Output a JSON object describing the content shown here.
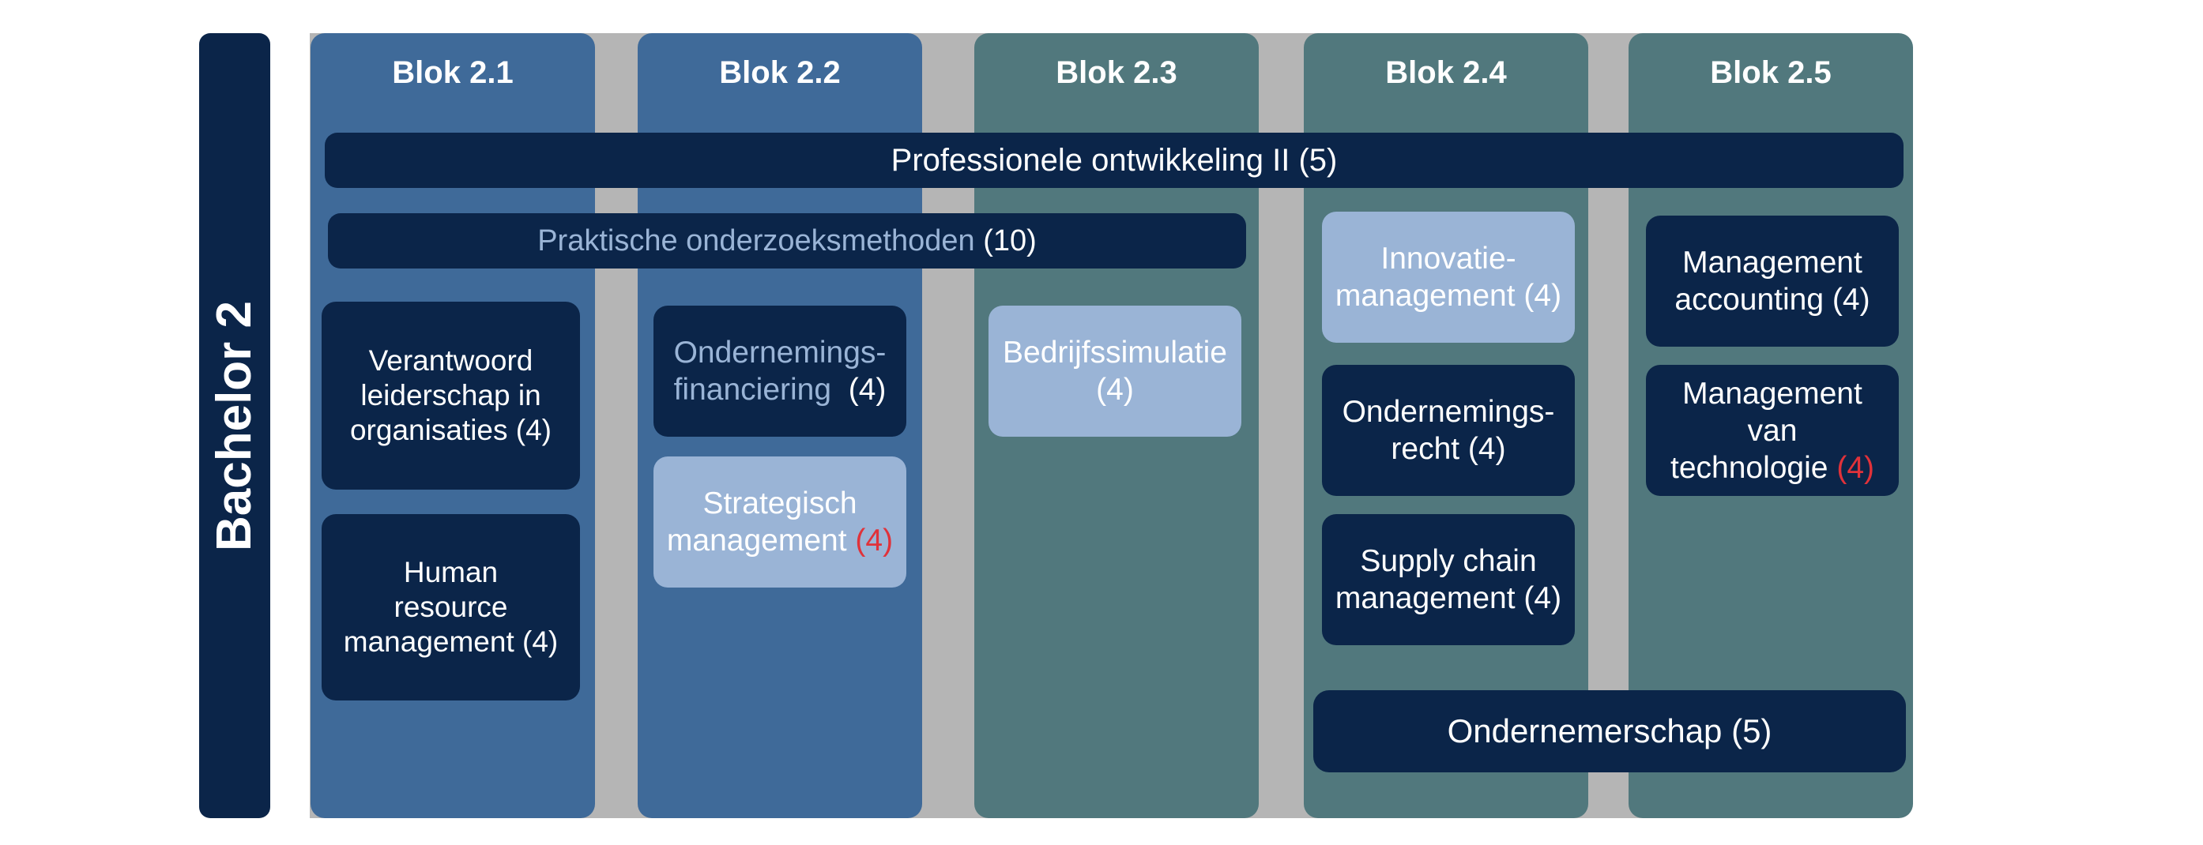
{
  "sidebar_label": "Bachelor 2",
  "columns": [
    "Blok 2.1",
    "Blok 2.2",
    "Blok 2.3",
    "Blok 2.4",
    "Blok 2.5"
  ],
  "colors": {
    "navy": "#0b2549",
    "blue": "#3f6a99",
    "teal": "#51787d",
    "light": "#9ab4d6",
    "gray": "#b5b5b5",
    "red": "#e0323a"
  },
  "bars": {
    "prof": "Professionele ontwikkeling II (5)",
    "praktisch_title": "Praktische onderzoeksmethoden",
    "praktisch_credits": "(10)",
    "ondernemerschap": "Ondernemerschap (5)"
  },
  "courses": {
    "verantwoord": {
      "lines": [
        "Verantwoord",
        "leiderschap in",
        "organisaties (4)"
      ]
    },
    "hrm": {
      "lines": [
        "Human",
        "resource",
        "management (4)"
      ]
    },
    "ondernemingsfin": {
      "line1": "Ondernemings-",
      "line2": "financiering",
      "credits": "(4)"
    },
    "strategisch": {
      "line1": "Strategisch",
      "line2": "management",
      "credits": "(4)"
    },
    "bedrijfssim": {
      "line1": "Bedrijfssimulatie",
      "line2": "(4)"
    },
    "innovatie": {
      "line1": "Innovatie-",
      "line2": "management (4)"
    },
    "ondernemingsrecht": {
      "line1": "Ondernemings-",
      "line2": "recht (4)"
    },
    "supply": {
      "line1": "Supply chain",
      "line2": "management (4)"
    },
    "mgmt_accounting": {
      "line1": "Management",
      "line2": "accounting (4)"
    },
    "mgmt_tech": {
      "line1": "Management van",
      "line2": "technologie",
      "credits": "(4)"
    }
  }
}
